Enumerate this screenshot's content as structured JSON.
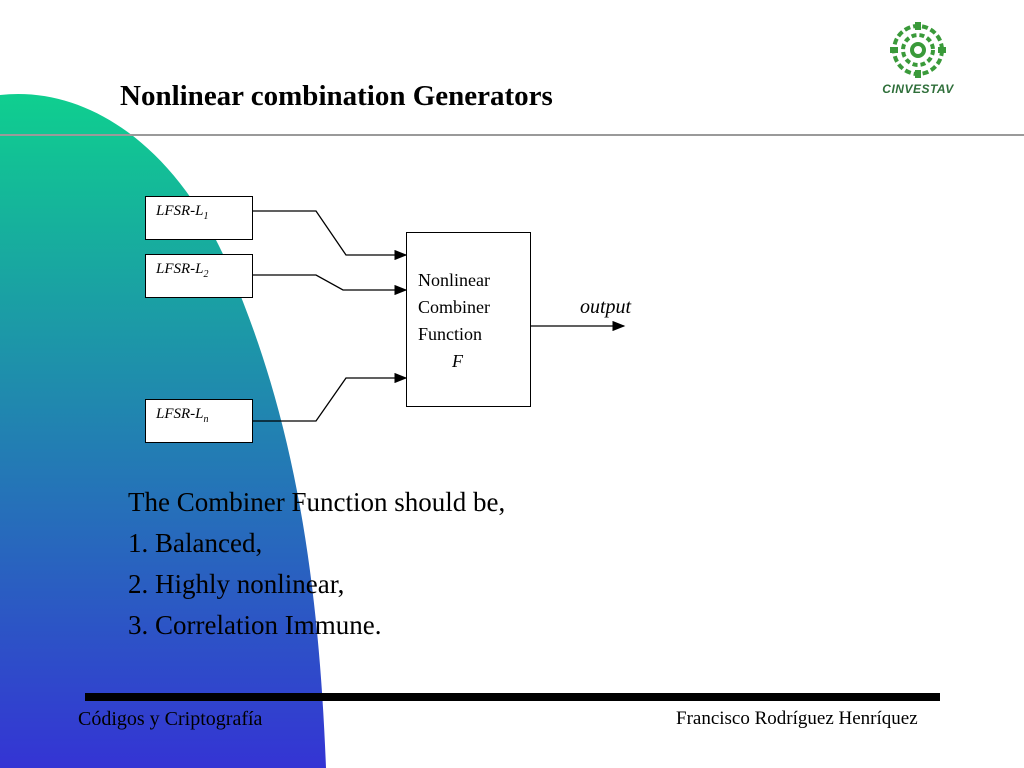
{
  "slide": {
    "title": "Nonlinear combination Generators",
    "logo": {
      "text": "CINVESTAV",
      "icon": "cinvestav-logo-icon",
      "color": "#3a9a3a"
    },
    "background": {
      "gradient_top": "#0fcf8f",
      "gradient_bottom": "#3434d4"
    }
  },
  "diagram": {
    "registers": [
      {
        "prefix": "LFSR-",
        "var": "L",
        "sub": "1"
      },
      {
        "prefix": "LFSR-",
        "var": "L",
        "sub": "2"
      },
      {
        "prefix": "LFSR-",
        "var": "L",
        "sub": "n"
      }
    ],
    "combiner": {
      "line1": "Nonlinear",
      "line2": "Combiner",
      "line3": "Function",
      "symbol": "F"
    },
    "output_label": "output"
  },
  "body": {
    "intro": "The Combiner Function should be,",
    "items": [
      "1. Balanced,",
      "2. Highly nonlinear,",
      "3. Correlation Immune."
    ]
  },
  "footer": {
    "left": "Códigos y Criptografía",
    "right": "Francisco Rodríguez Henríquez"
  }
}
